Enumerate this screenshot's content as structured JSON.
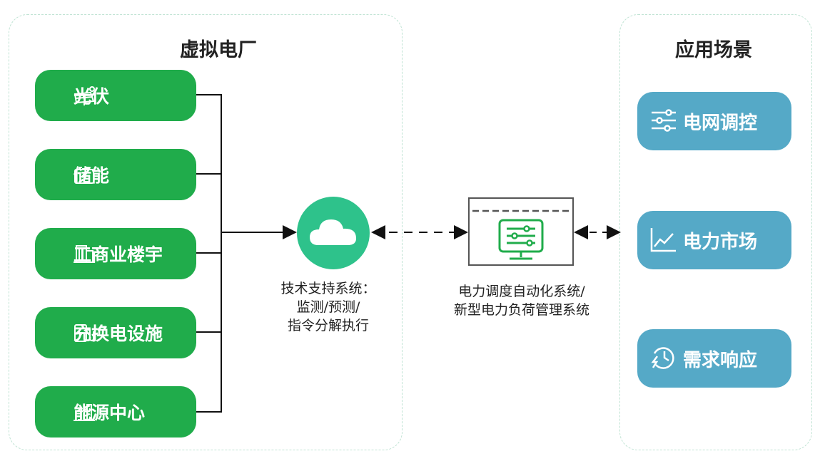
{
  "virtual_plant": {
    "title": "虚拟电厂",
    "sources": [
      {
        "label": "光伏",
        "icon": "solar-panel-icon"
      },
      {
        "label": "储能",
        "icon": "battery-icon"
      },
      {
        "label": "工商业楼宇",
        "icon": "building-icon"
      },
      {
        "label": "充换电设施",
        "icon": "charging-station-icon"
      },
      {
        "label": "能源中心",
        "icon": "factory-icon"
      }
    ]
  },
  "tech_support": {
    "icon": "cloud-icon",
    "lines": [
      "技术支持系统：",
      "监测/预测/",
      "指令分解执行"
    ]
  },
  "dispatch_system": {
    "icon": "control-panel-icon",
    "lines": [
      "电力调度自动化系统/",
      "新型电力负荷管理系统"
    ]
  },
  "applications": {
    "title": "应用场景",
    "items": [
      {
        "label": "电网调控",
        "icon": "sliders-icon"
      },
      {
        "label": "电力市场",
        "icon": "line-chart-icon"
      },
      {
        "label": "需求响应",
        "icon": "clock-lightning-icon"
      }
    ]
  },
  "colors": {
    "source_green": "#20ac4b",
    "app_blue": "#55a9c7",
    "cloud_teal": "#2ec28b",
    "panel_border": "#bfe3d3"
  }
}
